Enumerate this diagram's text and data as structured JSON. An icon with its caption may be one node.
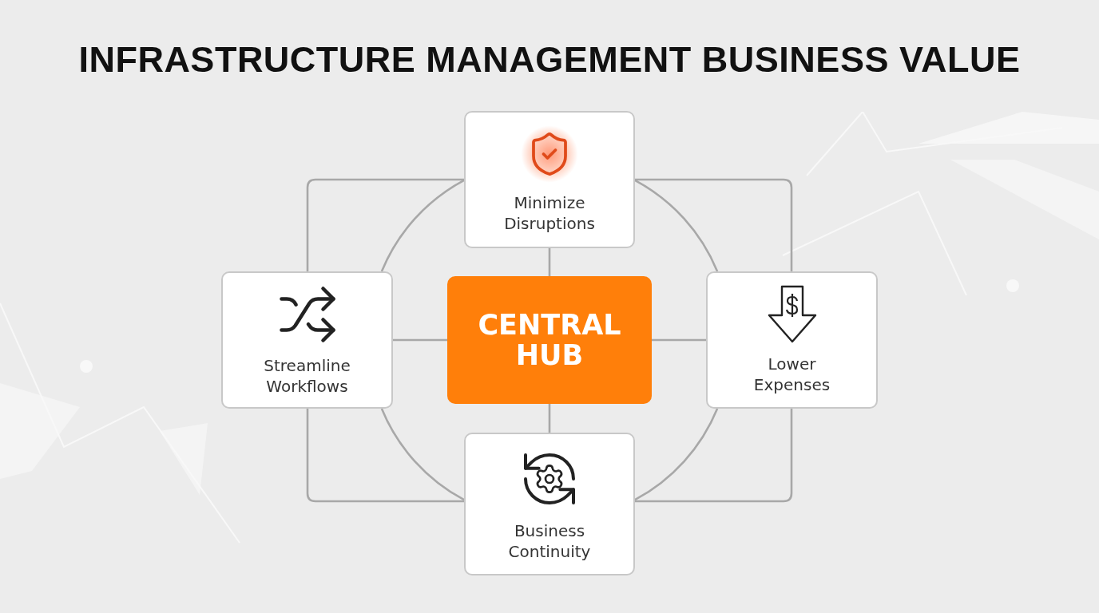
{
  "diagram": {
    "title": "INFRASTRUCTURE MANAGEMENT BUSINESS VALUE",
    "nodes": [
      {
        "text": [
          "Minimize Disruptions"
        ]
      },
      {
        "text": [
          "Streamline Workflows"
        ]
      },
      {
        "text": [
          "CENTRAL HUB"
        ]
      },
      {
        "text": [
          "Lower Expenses"
        ]
      },
      {
        "text": [
          "Business Continuity"
        ]
      }
    ],
    "edges": [
      {
        "from": 2,
        "to": 0,
        "arrow": "none"
      },
      {
        "from": 2,
        "to": 1,
        "arrow": "none"
      },
      {
        "from": 2,
        "to": 3,
        "arrow": "none"
      },
      {
        "from": 2,
        "to": 4,
        "arrow": "none"
      },
      {
        "from": 0,
        "to": 1,
        "arrow": "none"
      },
      {
        "from": 0,
        "to": 3,
        "arrow": "none"
      },
      {
        "from": 4,
        "to": 1,
        "arrow": "none"
      },
      {
        "from": 4,
        "to": 3,
        "arrow": "none"
      },
      {
        "from": 0,
        "to": 1,
        "arrow": "none"
      },
      {
        "from": 0,
        "to": 3,
        "arrow": "none"
      },
      {
        "from": 4,
        "to": 1,
        "arrow": "none"
      },
      {
        "from": 4,
        "to": 3,
        "arrow": "none"
      }
    ]
  }
}
